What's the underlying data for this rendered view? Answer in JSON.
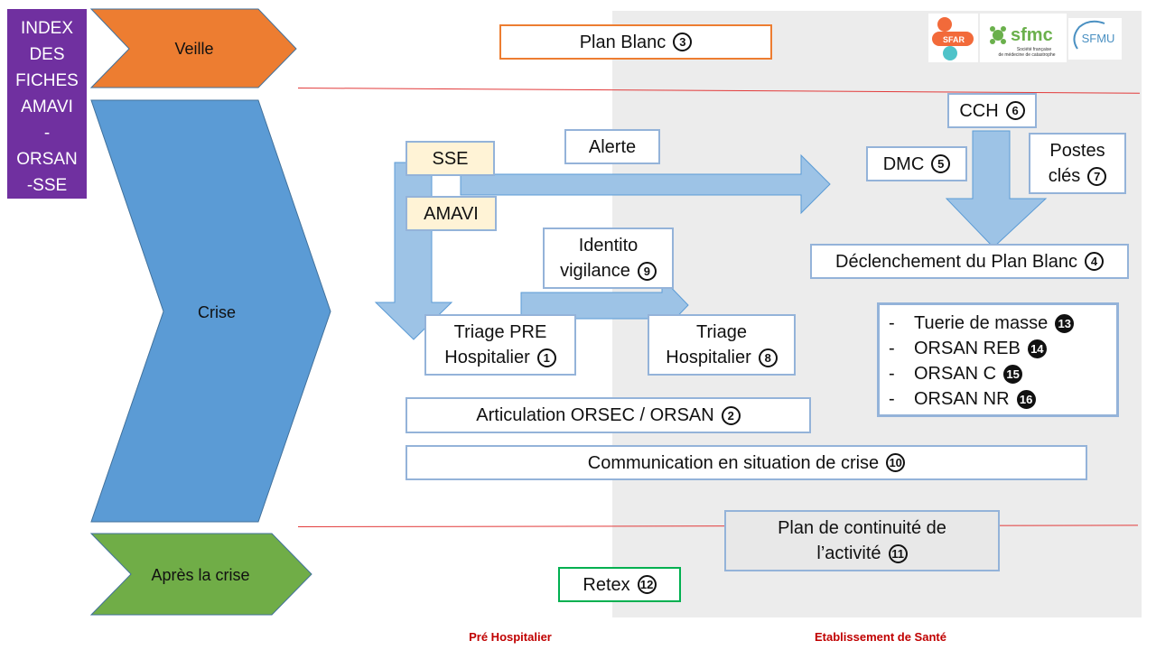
{
  "index": {
    "lines": [
      "INDEX",
      "DES",
      "FICHES",
      "AMAVI",
      "-",
      "ORSAN",
      "-SSE"
    ]
  },
  "phases": {
    "veille": "Veille",
    "crise": "Crise",
    "apres": "Après la crise"
  },
  "boxes": {
    "plan_blanc": {
      "label": "Plan Blanc",
      "num": "3"
    },
    "alerte": {
      "label": "Alerte"
    },
    "sse": {
      "label": "SSE"
    },
    "amavi": {
      "label": "AMAVI"
    },
    "identito": {
      "line1": "Identito",
      "line2": "vigilance",
      "num": "9"
    },
    "triage_pre": {
      "line1": "Triage PRE",
      "line2": "Hospitalier",
      "num": "1"
    },
    "triage_hosp": {
      "line1": "Triage",
      "line2": "Hospitalier",
      "num": "8"
    },
    "articulation": {
      "label": "Articulation ORSEC / ORSAN",
      "num": "2"
    },
    "communication": {
      "label": "Communication en situation de crise",
      "num": "10"
    },
    "cch": {
      "label": "CCH",
      "num": "6"
    },
    "dmc": {
      "label": "DMC",
      "num": "5"
    },
    "postes": {
      "line1": "Postes",
      "line2": "clés",
      "num": "7"
    },
    "declenchement": {
      "label": "Déclenchement du Plan Blanc",
      "num": "4"
    },
    "pca": {
      "line1": "Plan de continuité de",
      "line2": "l’activité",
      "num": "11"
    },
    "retex": {
      "label": "Retex",
      "num": "12"
    }
  },
  "list": [
    {
      "dash": "-",
      "label": "Tuerie de masse",
      "num": "13"
    },
    {
      "dash": "-",
      "label": "ORSAN REB",
      "num": "14"
    },
    {
      "dash": "-",
      "label": "ORSAN  C",
      "num": "15"
    },
    {
      "dash": "-",
      "label": "ORSAN NR",
      "num": "16"
    }
  ],
  "footer": {
    "pre": "Pré Hospitalier",
    "etab": "Etablissement de Santé"
  },
  "logos": {
    "sfar": "SFAR",
    "sfmc": "sfmc",
    "sfmc_sub1": "Société française",
    "sfmc_sub2": "de médecine de catastrophe",
    "sfmu": "SFMU"
  },
  "colors": {
    "veille": "#ed7d31",
    "crise": "#5b9bd5",
    "apres": "#70ad47",
    "index": "#7030a0",
    "arrow": "#9dc3e6",
    "footer_text": "#c00000"
  }
}
